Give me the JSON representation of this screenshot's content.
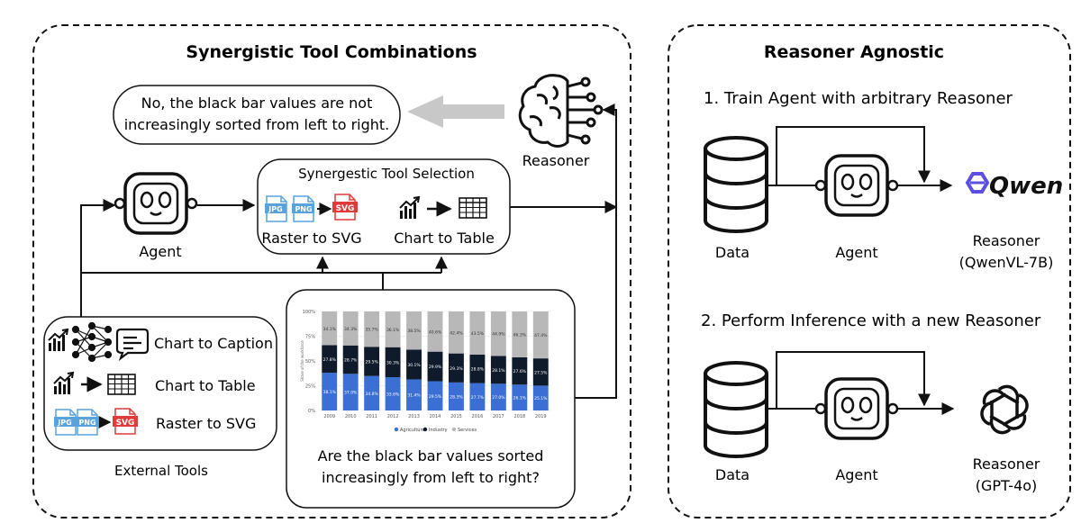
{
  "left_panel": {
    "title": "Synergistic Tool Combinations",
    "answer_bubble": {
      "line1": "No, the black bar values are not",
      "line2": "increasingly sorted from left to right."
    },
    "reasoner_label": "Reasoner",
    "agent_label": "Agent",
    "tool_selection": {
      "title": "Synergestic Tool Selection",
      "raster_label": "Raster to SVG",
      "chart_label": "Chart to Table"
    },
    "external_tools": {
      "label": "External Tools",
      "items": [
        "Chart to Caption",
        "Chart to Table",
        "Raster to SVG"
      ]
    },
    "question": {
      "line1": "Are the black bar values sorted",
      "line2": "increasingly from left to right?"
    }
  },
  "right_panel": {
    "title": "Reasoner Agnostic",
    "step1": {
      "heading": "1.  Train Agent with arbitrary Reasoner",
      "data_label": "Data",
      "agent_label": "Agent",
      "model_name": "Qwen",
      "reasoner_label": "Reasoner",
      "reasoner_model": "(QwenVL-7B)"
    },
    "step2": {
      "heading": "2.  Perform Inference with a new Reasoner",
      "data_label": "Data",
      "agent_label": "Agent",
      "reasoner_label": "Reasoner",
      "reasoner_model": "(GPT-4o)"
    }
  },
  "file_badges": {
    "jpg": "JPG",
    "png": "PNG",
    "svg": "SVG"
  },
  "colors": {
    "agriculture": "#3b6fd4",
    "industry": "#0f1a2b",
    "services": "#b8b8b8",
    "qwen": "#5b4fe0"
  },
  "chart_data": {
    "type": "bar",
    "stacked": true,
    "categories": [
      "2009",
      "2010",
      "2011",
      "2012",
      "2013",
      "2014",
      "2015",
      "2016",
      "2017",
      "2018",
      "2019"
    ],
    "series": [
      {
        "name": "Agriculture",
        "values": [
          38.1,
          37.0,
          34.8,
          33.6,
          31.4,
          29.5,
          28.3,
          27.7,
          27.0,
          26.1,
          25.1
        ],
        "labels": [
          "38.1%",
          "37.0%",
          "34.8%",
          "33.6%",
          "31.4%",
          "29.5%",
          "28.3%",
          "27.7%",
          "27.0%",
          "26.1%",
          "25.1%"
        ]
      },
      {
        "name": "Industry",
        "values": [
          27.8,
          28.7,
          29.5,
          30.3,
          30.1,
          29.9,
          29.3,
          28.8,
          28.1,
          27.6,
          27.5
        ],
        "labels": [
          "27.8%",
          "28.7%",
          "29.5%",
          "30.3%",
          "30.1%",
          "29.9%",
          "29.3%",
          "28.8%",
          "28.1%",
          "27.6%",
          "27.5%"
        ]
      },
      {
        "name": "Services",
        "values": [
          34.1,
          34.3,
          35.7,
          36.1,
          38.5,
          40.6,
          42.4,
          43.5,
          44.9,
          46.3,
          47.4
        ],
        "labels": [
          "34.1%",
          "34.3%",
          "35.7%",
          "36.1%",
          "38.5%",
          "40.6%",
          "42.4%",
          "43.5%",
          "44.9%",
          "46.3%",
          "47.4%"
        ]
      }
    ],
    "yticks": [
      "0%",
      "25%",
      "50%",
      "75%",
      "100%"
    ],
    "ylabel": "Share of the workforce",
    "ylim": [
      0,
      100
    ],
    "legend_position": "bottom"
  }
}
